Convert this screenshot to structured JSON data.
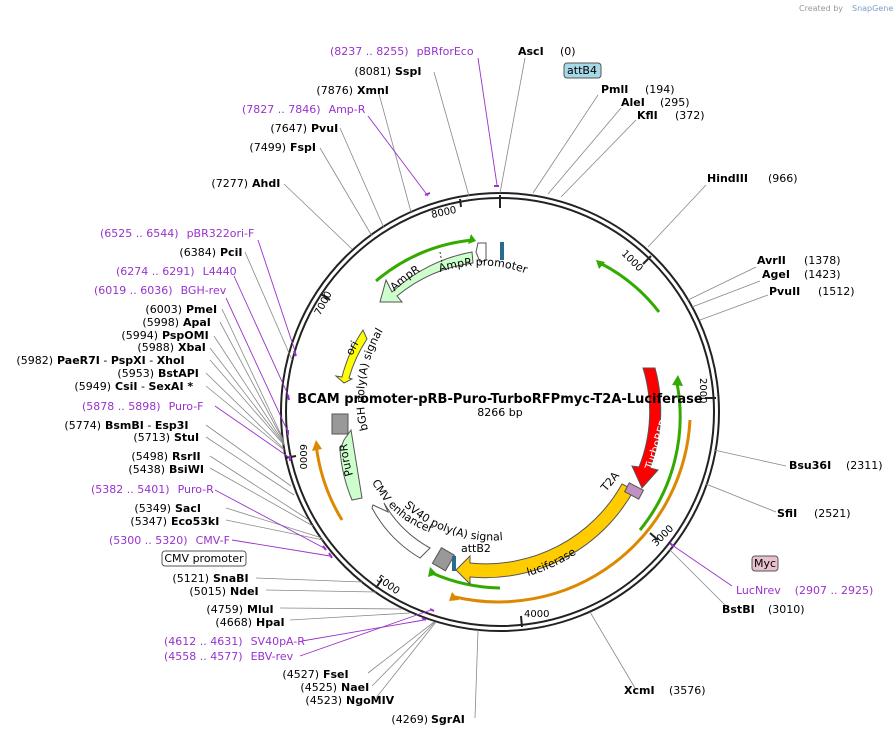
{
  "brand": {
    "prefix": "Created by",
    "name": "SnapGene"
  },
  "title": "BCAM promoter-pRB-Puro-TurboRFPmyc-T2A-Luciferase",
  "length": "8266 bp",
  "ticks": [
    "1000",
    "2000",
    "3000",
    "4000",
    "5000",
    "6000",
    "7000",
    "8000"
  ],
  "sites": {
    "asci": {
      "name": "AscI",
      "pos": "(0)"
    },
    "pmli": {
      "name": "PmlI",
      "pos": "(194)"
    },
    "alei": {
      "name": "AleI",
      "pos": "(295)"
    },
    "kfli": {
      "name": "KflI",
      "pos": "(372)"
    },
    "hindiii": {
      "name": "HindIII",
      "pos": "(966)"
    },
    "avrii": {
      "name": "AvrII",
      "pos": "(1378)"
    },
    "agei": {
      "name": "AgeI",
      "pos": "(1423)"
    },
    "pvuii": {
      "name": "PvuII",
      "pos": "(1512)"
    },
    "bsu36i": {
      "name": "Bsu36I",
      "pos": "(2311)"
    },
    "sfii": {
      "name": "SfiI",
      "pos": "(2521)"
    },
    "bstbi": {
      "name": "BstBI",
      "pos": "(3010)"
    },
    "xcmi": {
      "name": "XcmI",
      "pos": "(3576)"
    },
    "sgrai": {
      "name": "SgrAI",
      "pos": "(4269)"
    },
    "ngomiv": {
      "name": "NgoMIV",
      "pos": "(4523)"
    },
    "naei": {
      "name": "NaeI",
      "pos": "(4525)"
    },
    "fsei": {
      "name": "FseI",
      "pos": "(4527)"
    },
    "hpai": {
      "name": "HpaI",
      "pos": "(4668)"
    },
    "mlui": {
      "name": "MluI",
      "pos": "(4759)"
    },
    "ndei": {
      "name": "NdeI",
      "pos": "(5015)"
    },
    "snabi": {
      "name": "SnaBI",
      "pos": "(5121)"
    },
    "eco53ki": {
      "name": "Eco53kI",
      "pos": "(5347)"
    },
    "saci": {
      "name": "SacI",
      "pos": "(5349)"
    },
    "bsiwi": {
      "name": "BsiWI",
      "pos": "(5438)"
    },
    "rsrii": {
      "name": "RsrII",
      "pos": "(5498)"
    },
    "stui": {
      "name": "StuI",
      "pos": "(5713)"
    },
    "bsmbi": {
      "name": "BsmBI",
      "sep": " - ",
      "name2": "Esp3I",
      "pos": "(5774)"
    },
    "csii": {
      "name": "CsiI",
      "sep": " - ",
      "name2": "SexAI *",
      "pos": "(5949)"
    },
    "bstapi": {
      "name": "BstAPI",
      "pos": "(5953)"
    },
    "paer7i": {
      "name": "PaeR7I",
      "sep": " - ",
      "name2": "PspXI",
      "sep2": " - ",
      "name3": "XhoI",
      "pos": "(5982)"
    },
    "xbai": {
      "name": "XbaI",
      "pos": "(5988)"
    },
    "pspomi": {
      "name": "PspOMI",
      "pos": "(5994)"
    },
    "apai": {
      "name": "ApaI",
      "pos": "(5998)"
    },
    "pmei": {
      "name": "PmeI",
      "pos": "(6003)"
    },
    "pcii": {
      "name": "PciI",
      "pos": "(6384)"
    },
    "ahdi": {
      "name": "AhdI",
      "pos": "(7277)"
    },
    "fspi": {
      "name": "FspI",
      "pos": "(7499)"
    },
    "pvui": {
      "name": "PvuI",
      "pos": "(7647)"
    },
    "xmni": {
      "name": "XmnI",
      "pos": "(7876)"
    },
    "sspi": {
      "name": "SspI",
      "pos": "(8081)"
    }
  },
  "primers": {
    "pbrforeco": {
      "range": "(8237 .. 8255)",
      "name": "pBRforEco"
    },
    "ampr": {
      "range": "(7827 .. 7846)",
      "name": "Amp-R"
    },
    "pbr322ori": {
      "range": "(6525 .. 6544)",
      "name": "pBR322ori-F"
    },
    "l4440": {
      "range": "(6274 .. 6291)",
      "name": "L4440"
    },
    "bghrev": {
      "range": "(6019 .. 6036)",
      "name": "BGH-rev"
    },
    "purof": {
      "range": "(5878 .. 5898)",
      "name": "Puro-F"
    },
    "puror": {
      "range": "(5382 .. 5401)",
      "name": "Puro-R"
    },
    "cmvf": {
      "range": "(5300 .. 5320)",
      "name": "CMV-F"
    },
    "sv40pa": {
      "range": "(4612 .. 4631)",
      "name": "SV40pA-R"
    },
    "ebvrev": {
      "range": "(4558 .. 4577)",
      "name": "EBV-rev"
    },
    "lucnrev": {
      "name": "LucNrev",
      "range": "(2907 .. 2925)"
    }
  },
  "boxes": {
    "attb4": "attB4",
    "myc": "Myc",
    "cmvpromoter": "CMV promoter"
  },
  "features": {
    "ampr_promoter": "AmpR promoter",
    "ampr": "AmpR",
    "ori": "ori",
    "bgh": "bGH poly(A) signal",
    "puror": "PuroR",
    "cmv_enhancer": "CMV enhancer",
    "sv40": "SV40 poly(A) signal",
    "attb2": "attB2",
    "luciferase": "luciferase",
    "t2a": "T2A",
    "turborfp": "TurboRFP"
  },
  "colors": {
    "primer": "#9932CC",
    "ampr": "#CCFFCC",
    "ori": "#FFFF00",
    "luciferase": "#FFCC00",
    "turborfp": "#FF0000",
    "green_arc": "#33AA00",
    "orange_arc": "#DD8800",
    "attb4_box": "#A6D8E8",
    "myc_box": "#E8C0D0",
    "polyA": "#999999"
  }
}
